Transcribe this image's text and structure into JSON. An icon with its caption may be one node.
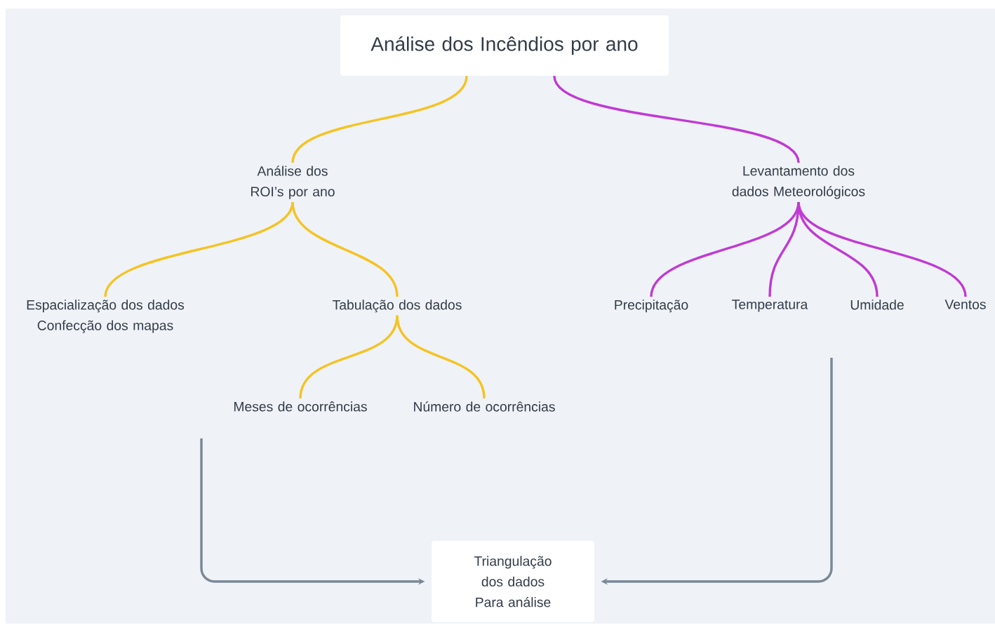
{
  "diagram": {
    "nodes": [
      {
        "text": [
          "Análise dos Incêndios por ano"
        ]
      },
      {
        "text": [
          "Análise dos ROI’s por ano"
        ]
      },
      {
        "text": [
          "Levantamento dos dados Meteorológicos"
        ]
      },
      {
        "text": [
          "Espacialização dos dados",
          "Confecção dos mapas"
        ]
      },
      {
        "text": [
          "Tabulação dos dados"
        ]
      },
      {
        "text": [
          "Precipitação"
        ]
      },
      {
        "text": [
          "Temperatura"
        ]
      },
      {
        "text": [
          "Umidade"
        ]
      },
      {
        "text": [
          "Ventos"
        ]
      },
      {
        "text": [
          "Meses de ocorrências"
        ]
      },
      {
        "text": [
          "Número de ocorrências"
        ]
      },
      {
        "text": [
          "Triangulação dos dados",
          "Para análise"
        ]
      }
    ],
    "edges": [
      {
        "from": 0,
        "to": 1,
        "arrow": "none",
        "color": "#f5c324"
      },
      {
        "from": 0,
        "to": 2,
        "arrow": "none",
        "color": "#c13ad4"
      },
      {
        "from": 1,
        "to": 3,
        "arrow": "none",
        "color": "#f5c324"
      },
      {
        "from": 1,
        "to": 4,
        "arrow": "none",
        "color": "#f5c324"
      },
      {
        "from": 2,
        "to": 5,
        "arrow": "none",
        "color": "#c13ad4"
      },
      {
        "from": 2,
        "to": 6,
        "arrow": "none",
        "color": "#c13ad4"
      },
      {
        "from": 2,
        "to": 7,
        "arrow": "none",
        "color": "#c13ad4"
      },
      {
        "from": 2,
        "to": 8,
        "arrow": "none",
        "color": "#c13ad4"
      },
      {
        "from": 4,
        "to": 9,
        "arrow": "none",
        "color": "#f5c324"
      },
      {
        "from": 4,
        "to": 10,
        "arrow": "none",
        "color": "#f5c324"
      },
      {
        "from": null,
        "to": 11,
        "arrow": "to",
        "color": "#7a8896"
      },
      {
        "from": null,
        "to": 11,
        "arrow": "to",
        "color": "#7a8896"
      }
    ]
  }
}
